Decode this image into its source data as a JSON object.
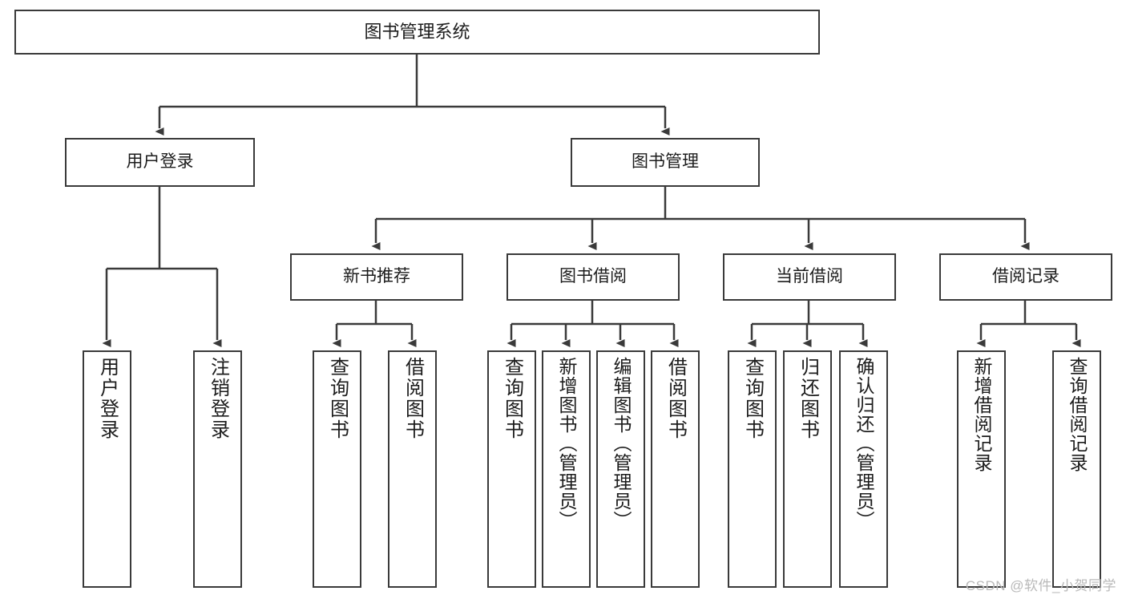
{
  "diagram": {
    "title": "图书管理系统",
    "type": "hierarchy-tree",
    "colors": {
      "stroke": "#3a3a3a",
      "fill": "#ffffff",
      "text": "#1c1c1c",
      "watermark": "#b9b9b9"
    },
    "root": {
      "label": "图书管理系统"
    },
    "level1": [
      {
        "label": "用户登录"
      },
      {
        "label": "图书管理"
      }
    ],
    "level2": [
      {
        "label": "新书推荐"
      },
      {
        "label": "图书借阅"
      },
      {
        "label": "当前借阅"
      },
      {
        "label": "借阅记录"
      }
    ],
    "leaves": {
      "user_login": [
        {
          "label": "用户登录"
        },
        {
          "label": "注销登录"
        }
      ],
      "new_book": [
        {
          "label": "查询图书"
        },
        {
          "label": "借阅图书"
        }
      ],
      "book_borrow": [
        {
          "label": "查询图书"
        },
        {
          "label": "新增图书（管理员）"
        },
        {
          "label": "编辑图书（管理员）"
        },
        {
          "label": "借阅图书"
        }
      ],
      "current_borrow": [
        {
          "label": "查询图书"
        },
        {
          "label": "归还图书"
        },
        {
          "label": "确认归还（管理员）"
        }
      ],
      "borrow_record": [
        {
          "label": "新增借阅记录"
        },
        {
          "label": "查询借阅记录"
        }
      ]
    }
  },
  "watermark": {
    "text": "CSDN @软件_小贺同学"
  }
}
